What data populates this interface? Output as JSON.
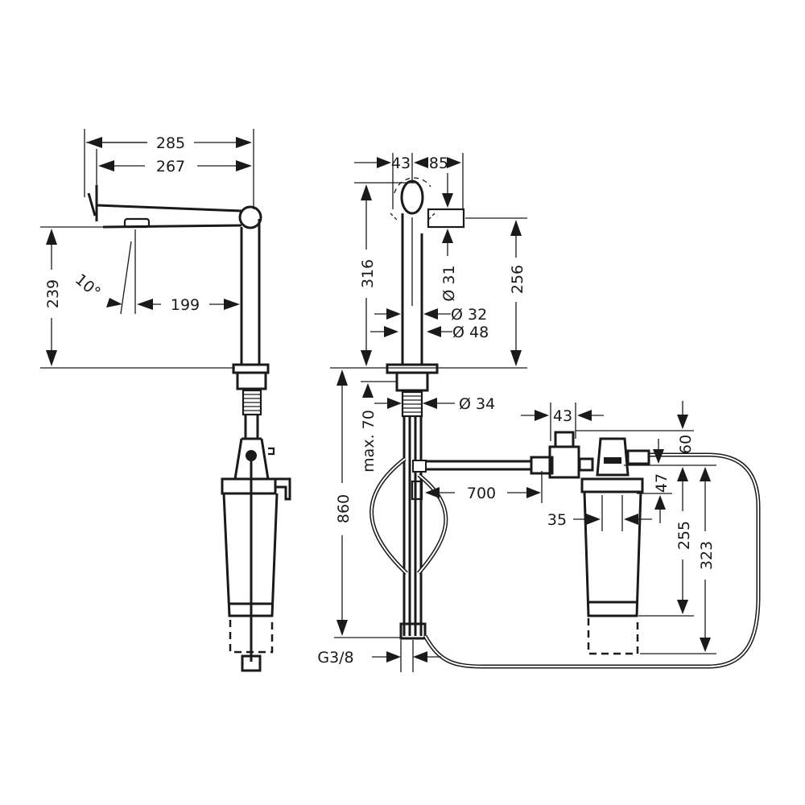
{
  "drawing": {
    "type": "technical dimension drawing",
    "subject": "kitchen mixer tap with filter cartridge",
    "units": "mm",
    "views": [
      "side-view",
      "front-view-with-filter-installation"
    ]
  },
  "side_view": {
    "dimensions": {
      "overall_reach": "285",
      "spout_reach": "267",
      "spout_height": "239",
      "spray_angle": "10°",
      "outlet_reach": "199"
    }
  },
  "front_view": {
    "dimensions": {
      "handle_offset": "43",
      "spout_offset": "85",
      "total_height": "316",
      "outlet_height": "256",
      "spout_diameter": "Ø 31",
      "body_diameter": "Ø 32",
      "base_diameter": "Ø 48",
      "thread_diameter": "Ø 34",
      "max_deck_thickness": "max. 70",
      "hose_length": "860",
      "connection": "G3/8",
      "supply_hose_length": "700"
    }
  },
  "filter": {
    "dimensions": {
      "valve_width": "43",
      "head_height": "60",
      "head_offset": "47",
      "inlet_spacing": "35",
      "cartridge_height": "255",
      "removal_height": "323"
    }
  },
  "colors": {
    "line": "#1a1a1a",
    "background": "#ffffff"
  }
}
